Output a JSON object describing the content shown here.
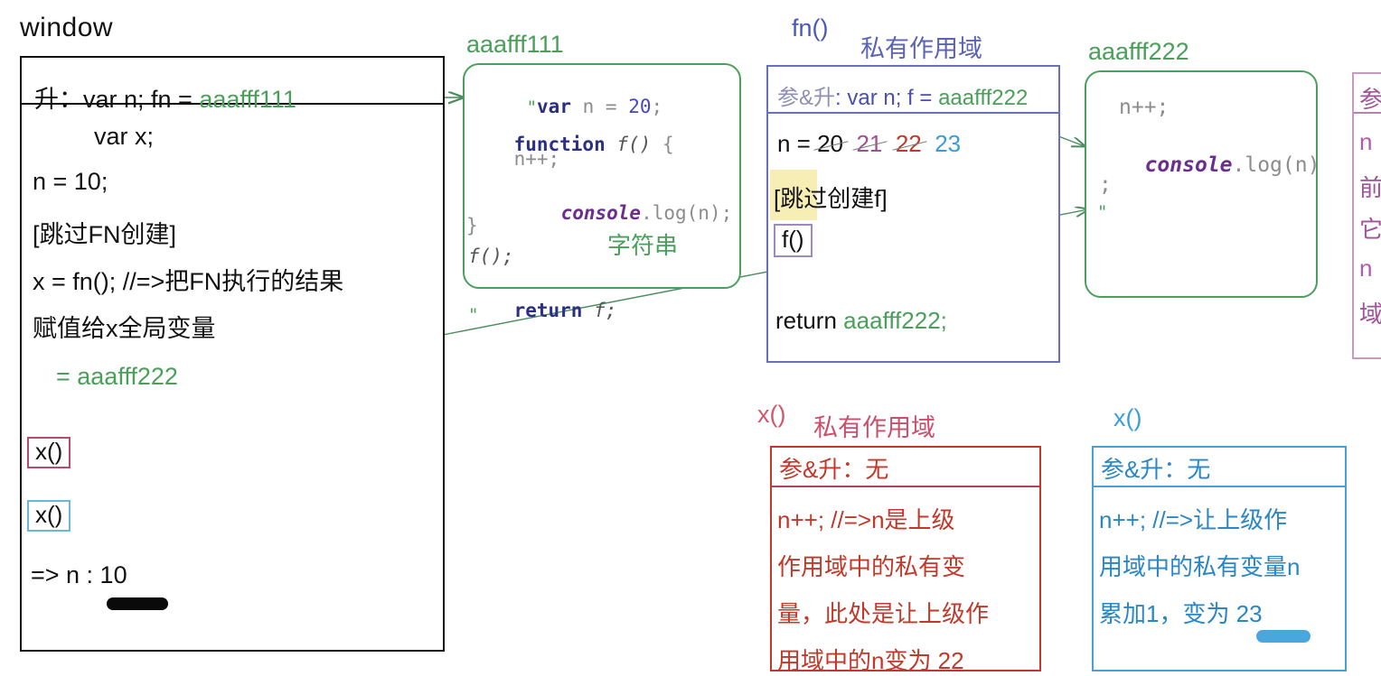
{
  "global_scope": {
    "label": "window",
    "hoist_line": {
      "prefix": "升：",
      "decls": "var n;  fn = ",
      "value": "aaafff111"
    },
    "lines": [
      "var x;",
      "n = 10;",
      "[跳过FN创建]",
      "x = fn();  //=>把FN执行的结果",
      "赋值给x全局变量",
      "= aaafff222"
    ],
    "calls": [
      {
        "label": "x()",
        "color": "#b94a6b"
      },
      {
        "label": "x()",
        "color": "#6ab7d8"
      }
    ],
    "result": "=> n : 10"
  },
  "aaafff111": {
    "label": "aaafff111",
    "note": "字符串",
    "code": [
      {
        "quote": "\"",
        "kw": "var",
        "rest": " n = ",
        "num": "20",
        "tail": ";"
      },
      {
        "kw": "function",
        "ident": " f()",
        "tail": " {"
      },
      {
        "plain": "    n++;"
      },
      {
        "conso": "console",
        "plain": ".log(n);"
      },
      {
        "plain": "}"
      },
      {
        "ident": "f();"
      },
      {
        "kw": "return",
        "ident": " f;"
      }
    ]
  },
  "fn_scope": {
    "name": "fn()",
    "title": "私有作用域",
    "hoist": {
      "label": "参&升",
      "sep": ": ",
      "decls": "var n;  f = ",
      "value": "aaafff222"
    },
    "n_assign_prefix": "n = ",
    "n_values": [
      {
        "value": "20",
        "struck": true,
        "color": "#111111"
      },
      {
        "value": "21",
        "struck": true,
        "color": "#a05090"
      },
      {
        "value": "22",
        "struck": true,
        "color": "#c0392b"
      },
      {
        "value": "23",
        "struck": false,
        "color": "#3a9ed6"
      }
    ],
    "skip_note": "[跳过创建f]",
    "call_chip": "f()",
    "return_prefix": "return ",
    "return_value": "aaafff222;"
  },
  "aaafff222": {
    "label": "aaafff222",
    "code": [
      {
        "plain": "n++;"
      },
      {
        "conso": "console",
        "plain": ".log(n)"
      },
      {
        "plain": ";"
      },
      {
        "quote": "\""
      }
    ]
  },
  "right_scope_clipped": {
    "label_char": "参",
    "lines": [
      "n",
      "前",
      "它",
      "n",
      "域"
    ]
  },
  "x_scope_red": {
    "name": "x()",
    "title": "私有作用域",
    "hoist": "参&升：无",
    "lines": [
      "n++; //=>n是上级",
      "作用域中的私有变",
      "量，此处是让上级作",
      "用域中的n变为 22"
    ]
  },
  "x_scope_blue": {
    "name": "x()",
    "hoist": "参&升：无",
    "lines": [
      "n++; //=>让上级作",
      "用域中的私有变量n",
      "累加1，变为 23"
    ]
  },
  "colors": {
    "green": "#4aa05a",
    "purple_blue": "#4a59b8",
    "red": "#c0392b",
    "blue": "#3a9ed6",
    "magenta": "#a05090",
    "highlight_yellow": "#f6eeb4"
  }
}
